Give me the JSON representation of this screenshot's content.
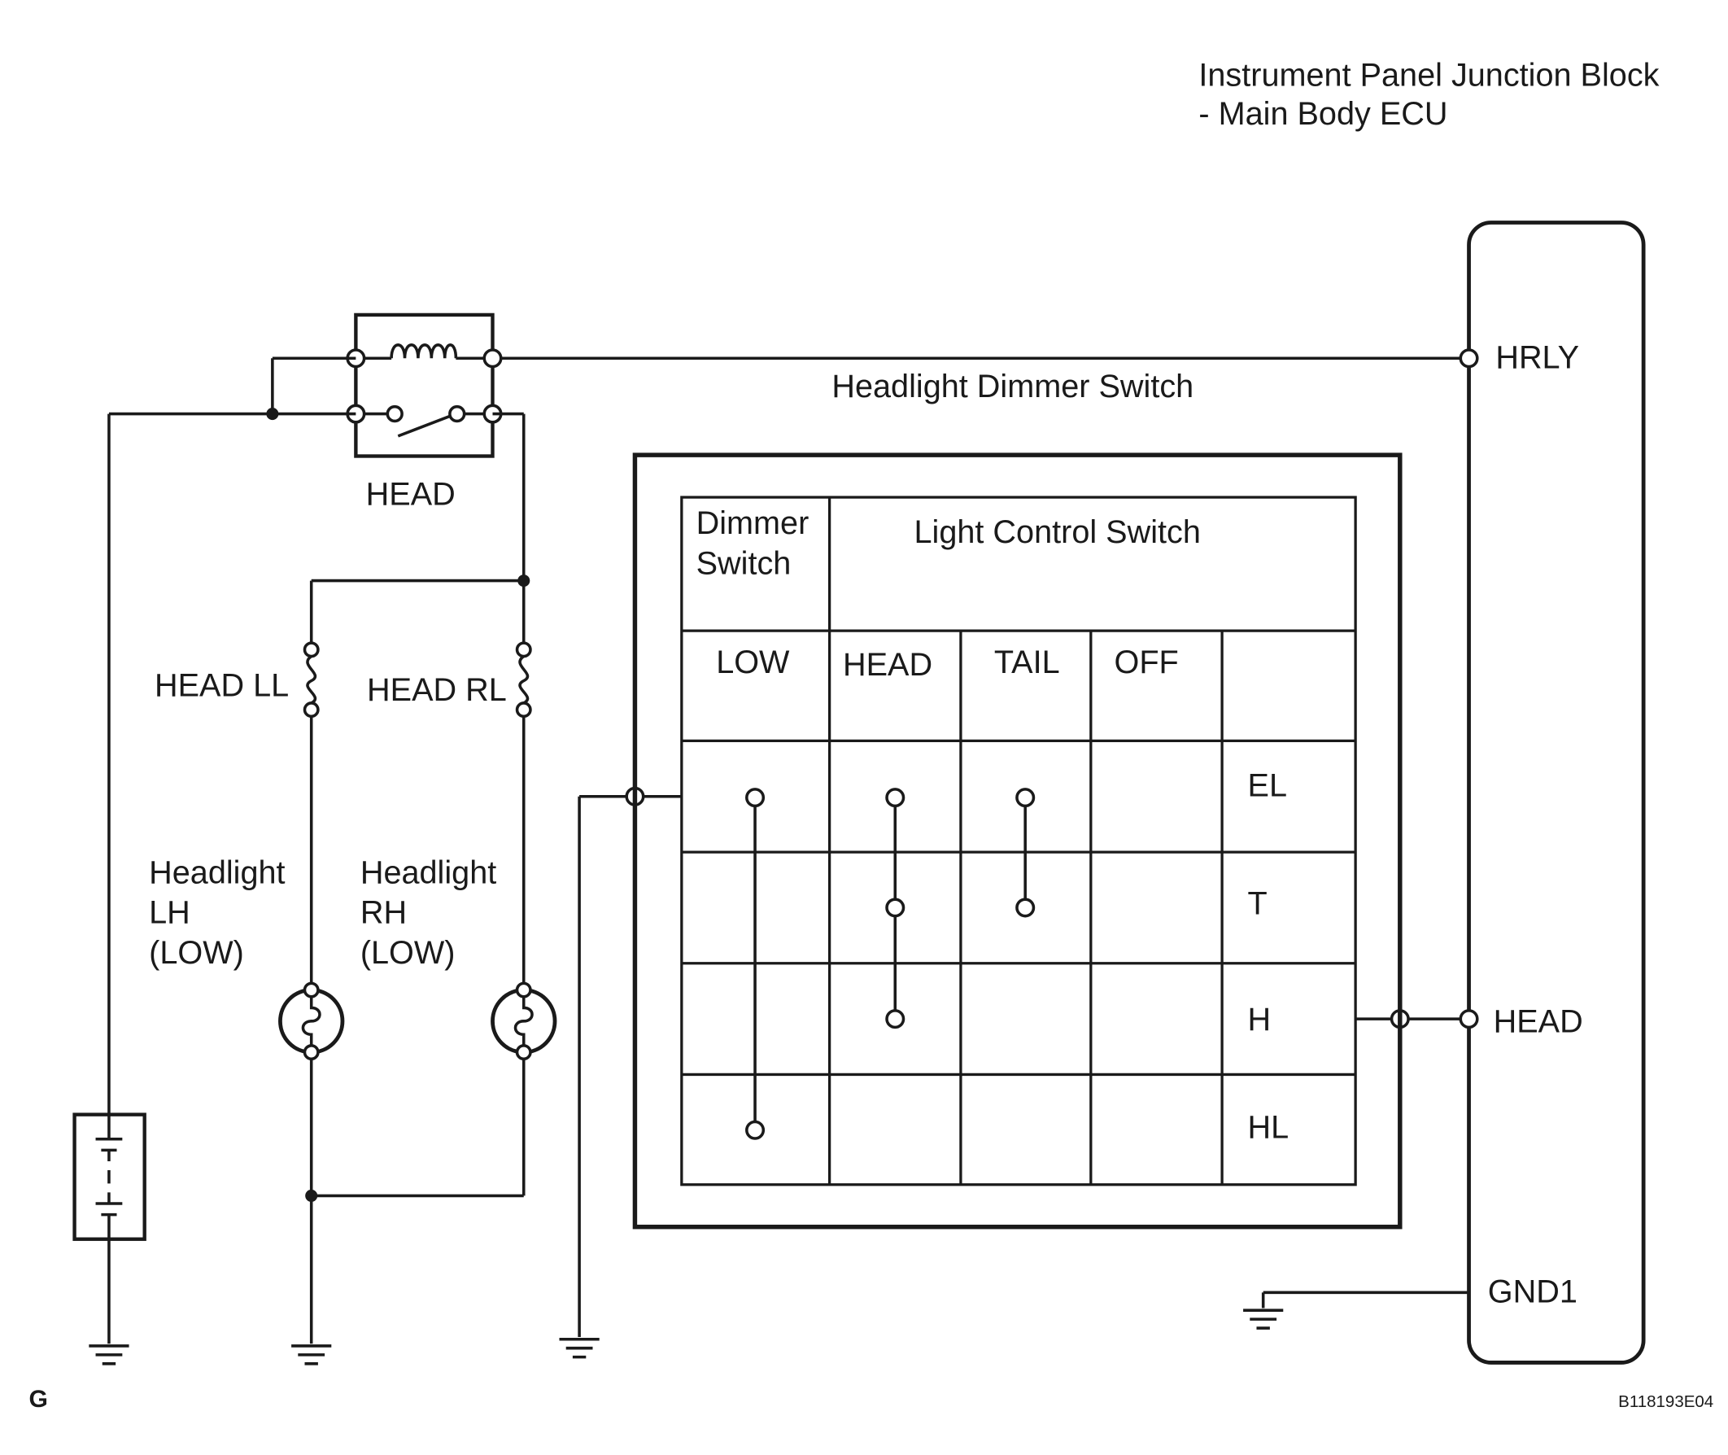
{
  "ecu": {
    "title_line1": "Instrument Panel Junction Block",
    "title_line2": "- Main Body ECU",
    "terminals": {
      "hrly": "HRLY",
      "head": "HEAD",
      "gnd1": "GND1"
    }
  },
  "relay": {
    "label": "HEAD"
  },
  "fuses": {
    "left": "HEAD LL",
    "right": "HEAD RL"
  },
  "headlights": {
    "left": [
      "Headlight",
      "LH",
      "(LOW)"
    ],
    "right": [
      "Headlight",
      "RH",
      "(LOW)"
    ]
  },
  "dimmer_switch": {
    "title": "Headlight Dimmer Switch",
    "dimmer_header": [
      "Dimmer",
      "Switch"
    ],
    "light_control_header": "Light Control Switch",
    "columns": [
      "LOW",
      "HEAD",
      "TAIL",
      "OFF"
    ],
    "rows": [
      "EL",
      "T",
      "H",
      "HL"
    ]
  },
  "footer": {
    "corner_mark": "G",
    "figure_code": "B118193E04"
  },
  "icons": [
    "relay-coil-icon",
    "relay-switch-icon",
    "fuse-icon",
    "bulb-icon",
    "battery-icon",
    "ground-icon"
  ]
}
